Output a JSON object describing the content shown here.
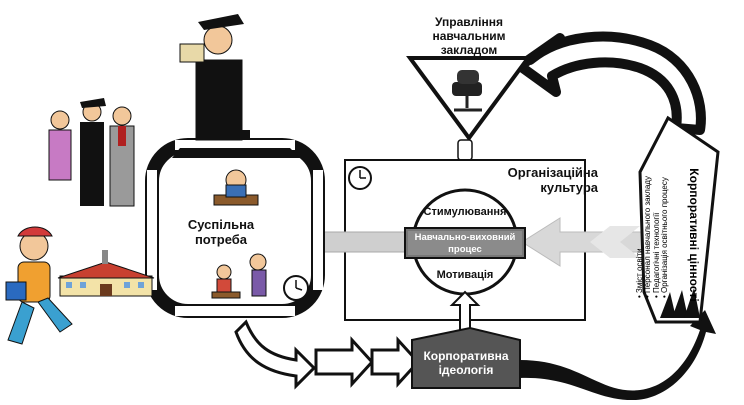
{
  "management": {
    "label": "Управління навчальним закладом"
  },
  "organizational_culture": {
    "label": "Організаційна культура"
  },
  "process_core": {
    "top_label": "Стимулювання",
    "center_label": "Навчально-виховний процес",
    "bottom_label": "Мотивація"
  },
  "social_need": {
    "label": "Суспільна потреба"
  },
  "corporate_ideology": {
    "label": "Корпоративна ідеологія"
  },
  "corporate_values": {
    "label": "Корпоративні цінності",
    "items": [
      "Зміст освіти",
      "Персонал навчального закладу",
      "Педагогічні технології",
      "Організація освітнього процесу"
    ]
  },
  "colors": {
    "black": "#111111",
    "gray_arrow": "#c8c8c8",
    "ideology_fill": "#555555",
    "skin": "#f2c79a"
  },
  "icons": [
    "clock-icon",
    "chair-icon",
    "hand-icon",
    "graduate-icon",
    "family-icon",
    "student-icon",
    "school-icon"
  ]
}
